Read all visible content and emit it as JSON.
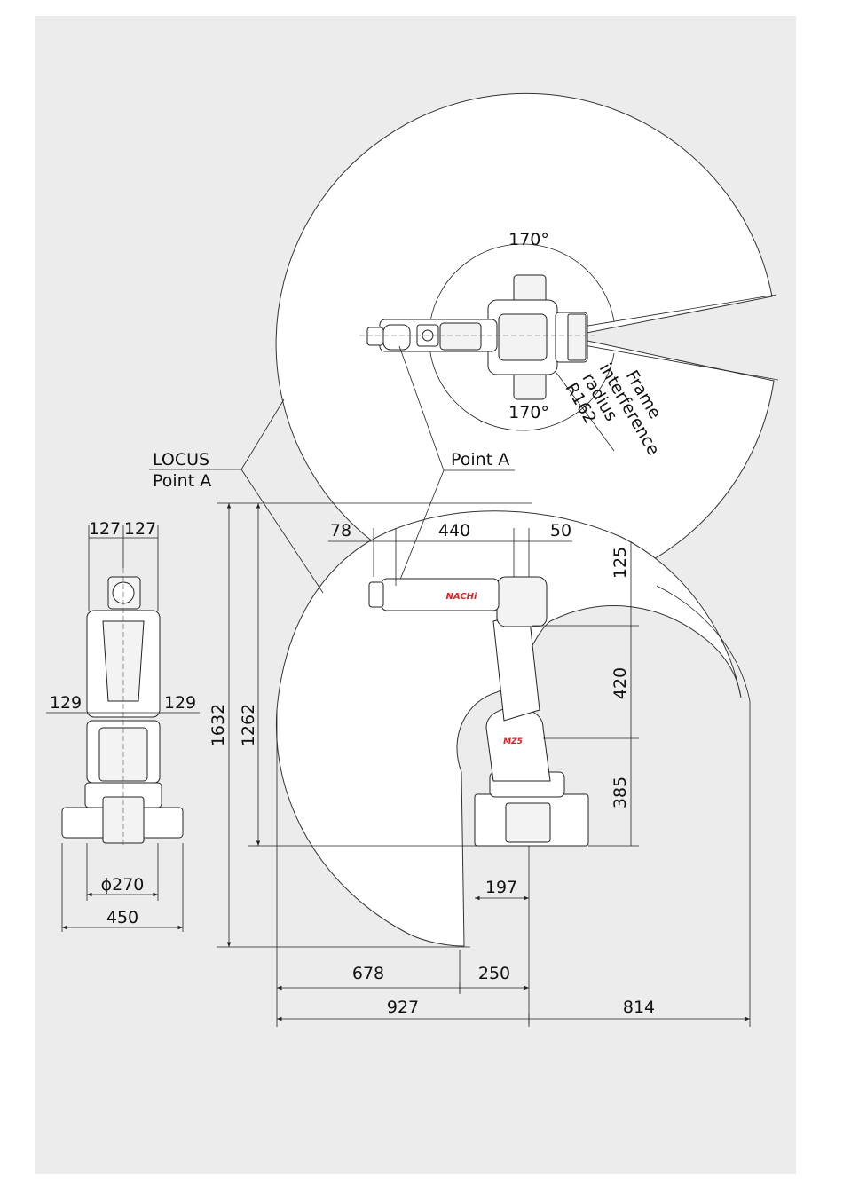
{
  "brand": {
    "logo_text": "NACHi",
    "model_text": "MZ5"
  },
  "colors": {
    "panel": "#ececec",
    "brand_red": "#d6262b"
  },
  "top_view": {
    "angle_upper": "170°",
    "angle_lower": "170°",
    "frame_label": [
      "Frame",
      "interference",
      "radius",
      "R162"
    ],
    "point_label": "Point A"
  },
  "legend": {
    "locus": "LOCUS",
    "point": "Point A"
  },
  "dimensions": {
    "front_top_left": "127",
    "front_top_right": "127",
    "front_mid_left": "129",
    "front_mid_right": "129",
    "base_diameter": "ϕ270",
    "base_width": "450",
    "total_height": "1632",
    "joint_height": "1262",
    "arm_78": "78",
    "arm_440": "440",
    "arm_50": "50",
    "v_125": "125",
    "v_420": "420",
    "v_385": "385",
    "base_197": "197",
    "reach_678": "678",
    "reach_250": "250",
    "reach_927": "927",
    "reach_814": "814"
  }
}
